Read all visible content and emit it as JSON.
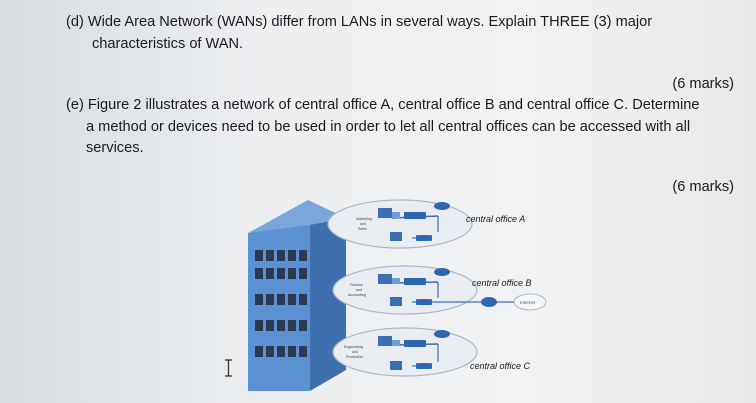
{
  "question_d": {
    "line1": "(d) Wide Area Network (WANs) differ from LANs in several ways. Explain THREE (3) major",
    "line2": "characteristics of WAN.",
    "marks": "(6 marks)"
  },
  "question_e": {
    "line1": "(e) Figure 2 illustrates a network of central office A, central office B and central office C. Determine",
    "line2": "a method or devices need to be used in order to let all central offices can be accessed with all",
    "line3": "services.",
    "marks": "(6 marks)"
  },
  "figure": {
    "office_a": "central office A",
    "office_b": "central office B",
    "office_c": "central office C",
    "dept_a": [
      "Marketing",
      "and",
      "Sales"
    ],
    "dept_b": [
      "Finance",
      "and",
      "Accounting"
    ],
    "dept_c": [
      "Engineering",
      "and",
      "Production"
    ],
    "internet": "Internet"
  },
  "colors": {
    "building": "#5a8fd0",
    "building_side": "#3f6fae",
    "window": "#2b3a50"
  },
  "icons": [
    "building-icon",
    "pc-icon",
    "switch-icon",
    "router-icon",
    "cloud-icon",
    "text-cursor-icon"
  ]
}
